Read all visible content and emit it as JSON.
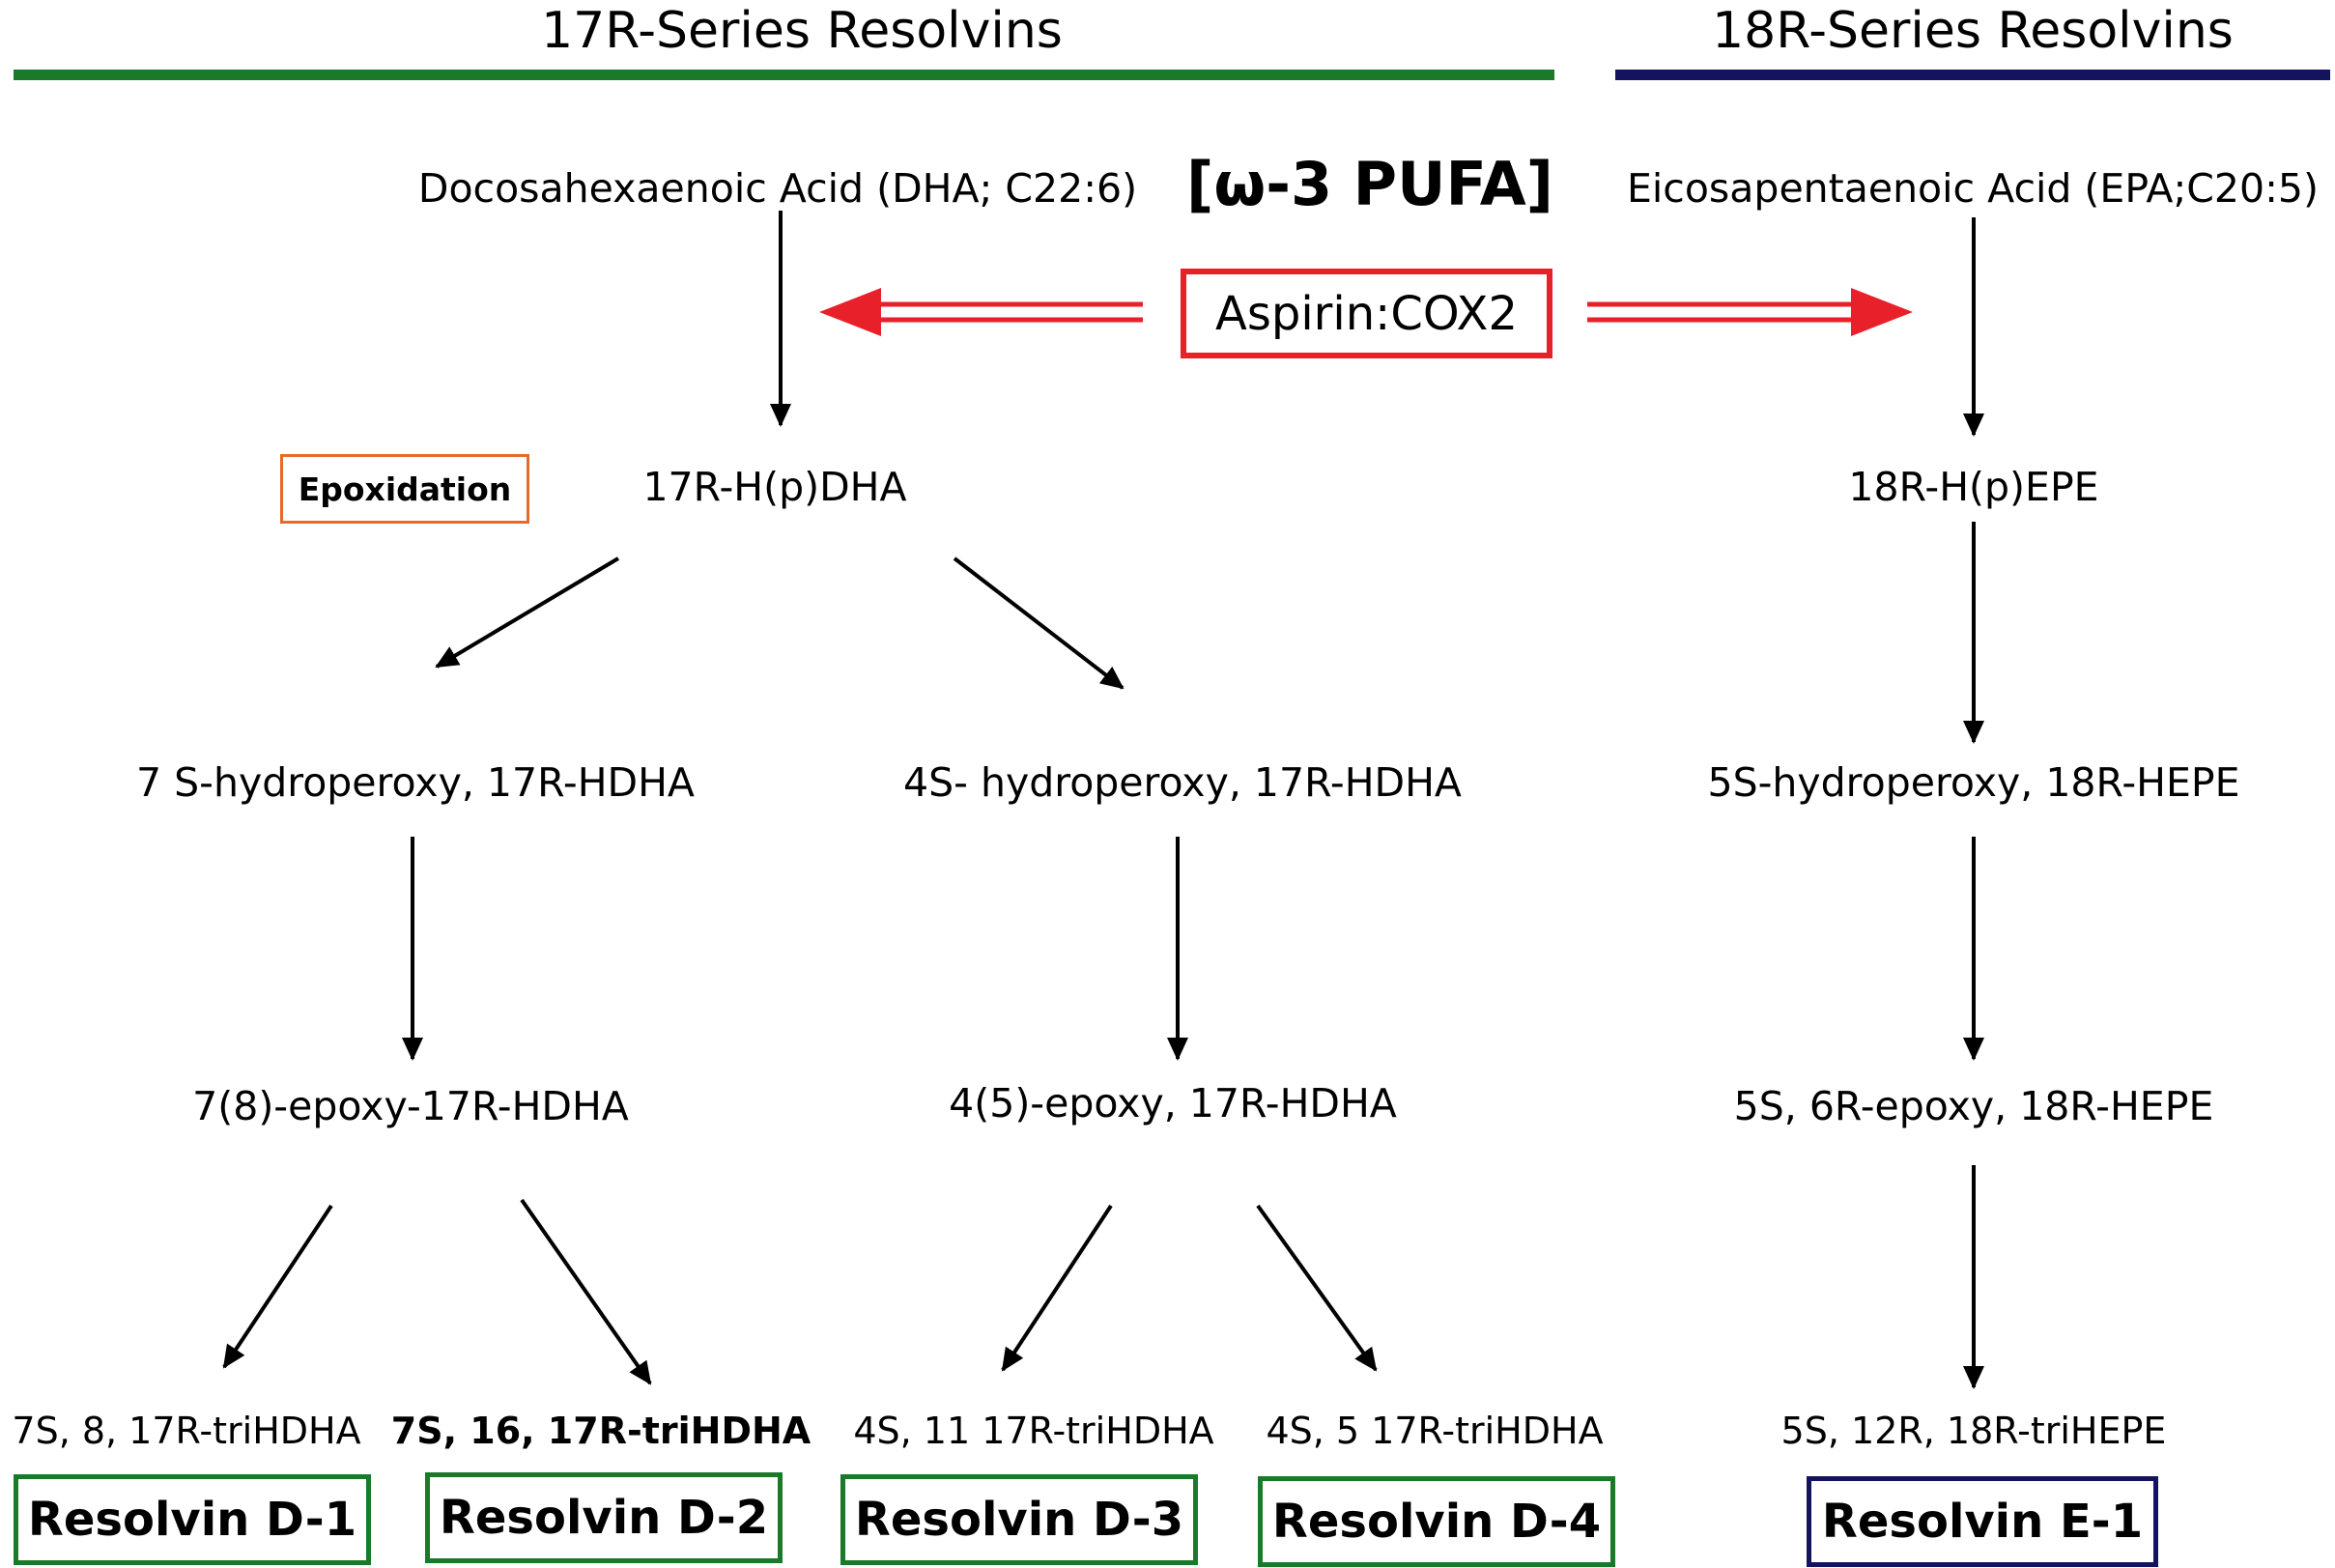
{
  "colors": {
    "green": "#1a7a2a",
    "navy": "#14145e",
    "red": "#e8202a",
    "orange": "#e86a28",
    "arrow": "#000000"
  },
  "headers": {
    "left": "17R-Series Resolvins",
    "right": "18R-Series Resolvins"
  },
  "top": {
    "dha": "Docosahexaenoic Acid (DHA; C22:6)",
    "pufa": "[ω-3 PUFA]",
    "epa": "Eicosapentaenoic Acid (EPA;C20:5)",
    "aspirin": "Aspirin:COX2",
    "epoxidation": "Epoxidation"
  },
  "nodes": {
    "hpdha": "17R-H(p)DHA",
    "hpepe": "18R-H(p)EPE",
    "hydro7": "7 S-hydroperoxy, 17R-HDHA",
    "hydro4": "4S- hydroperoxy, 17R-HDHA",
    "hydro5": "5S-hydroperoxy, 18R-HEPE",
    "epoxy7": "7(8)-epoxy-17R-HDHA",
    "epoxy4": "4(5)-epoxy, 17R-HDHA",
    "epoxy5": "5S, 6R-epoxy, 18R-HEPE"
  },
  "products": [
    {
      "formula": "7S, 8, 17R-triHDHA",
      "name": "Resolvin D-1"
    },
    {
      "formula": "7S, 16, 17R-triHDHA",
      "name": "Resolvin D-2"
    },
    {
      "formula": "4S, 11 17R-triHDHA",
      "name": "Resolvin D-3"
    },
    {
      "formula": "4S, 5 17R-triHDHA",
      "name": "Resolvin D-4"
    },
    {
      "formula": "5S, 12R, 18R-triHEPE",
      "name": "Resolvin E-1"
    }
  ]
}
